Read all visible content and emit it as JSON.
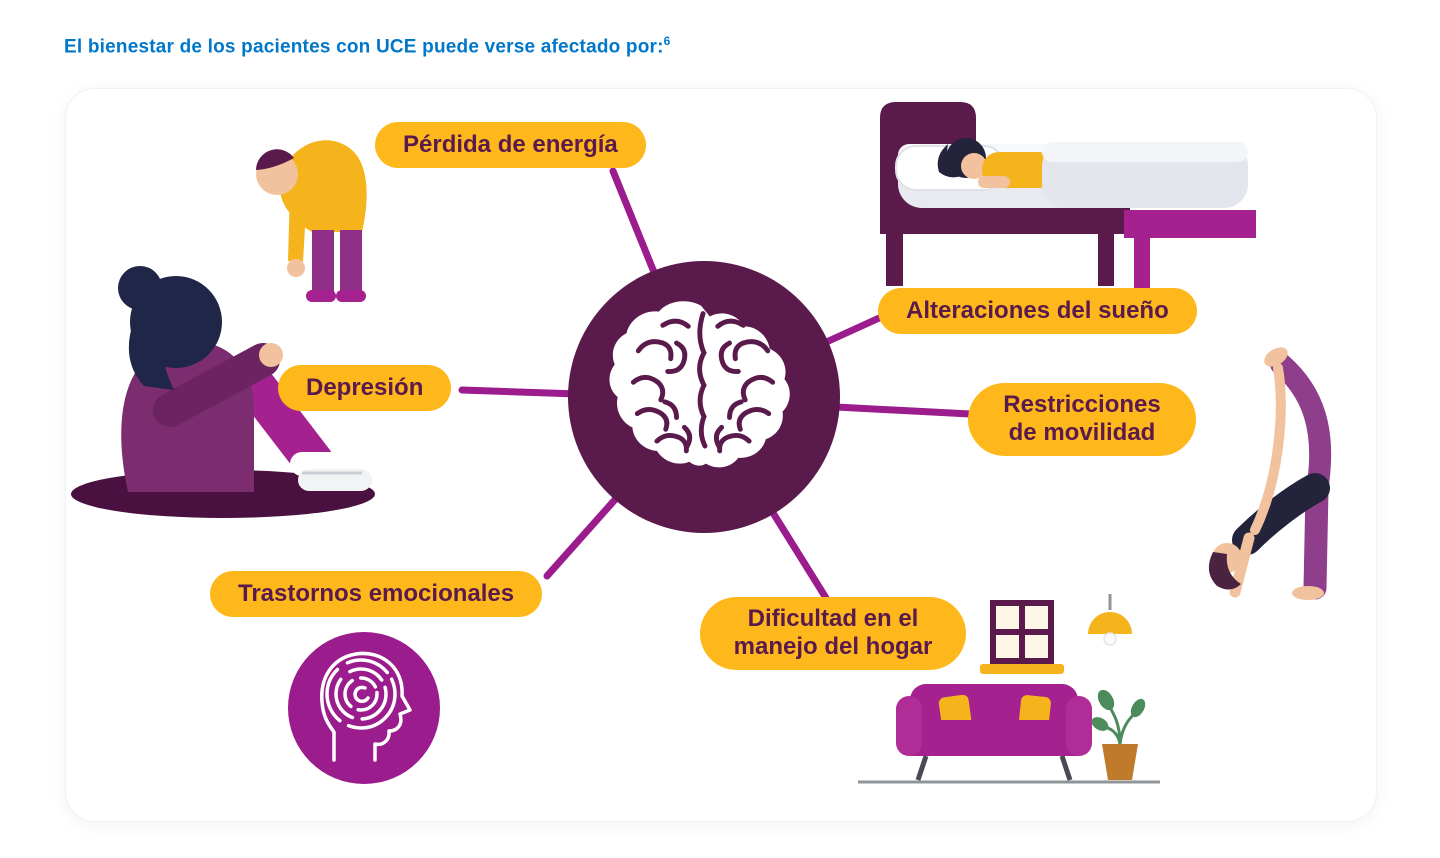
{
  "page": {
    "title": "El bienestar de los pacientes con UCE puede verse afectado por:",
    "title_superscript": "6"
  },
  "diagram": {
    "center_icon": "brain-icon",
    "labels": [
      {
        "id": "perdida-de-energia",
        "text": "Pérdida de energía"
      },
      {
        "id": "alteraciones-del-sueno",
        "text": "Alteraciones del sueño"
      },
      {
        "id": "depresion",
        "text": "Depresión"
      },
      {
        "id": "restricciones-de-movilidad",
        "text": "Restricciones de movilidad"
      },
      {
        "id": "trastornos-emocionales",
        "text": "Trastornos emocionales"
      },
      {
        "id": "dificultad-manejo-hogar",
        "text": "Dificultad en el manejo del hogar"
      }
    ],
    "illustrations": [
      {
        "icon": "fatigued-person-illustration"
      },
      {
        "icon": "sleeping-person-bed-illustration"
      },
      {
        "icon": "depressed-person-illustration"
      },
      {
        "icon": "yoga-stretch-illustration"
      },
      {
        "icon": "maze-head-icon"
      },
      {
        "icon": "living-room-sofa-illustration"
      }
    ]
  },
  "colors": {
    "title_blue": "#0077C8",
    "pill_yellow": "#FFB81C",
    "deep_purple": "#5A1A4B",
    "magenta": "#9B1C8C"
  }
}
